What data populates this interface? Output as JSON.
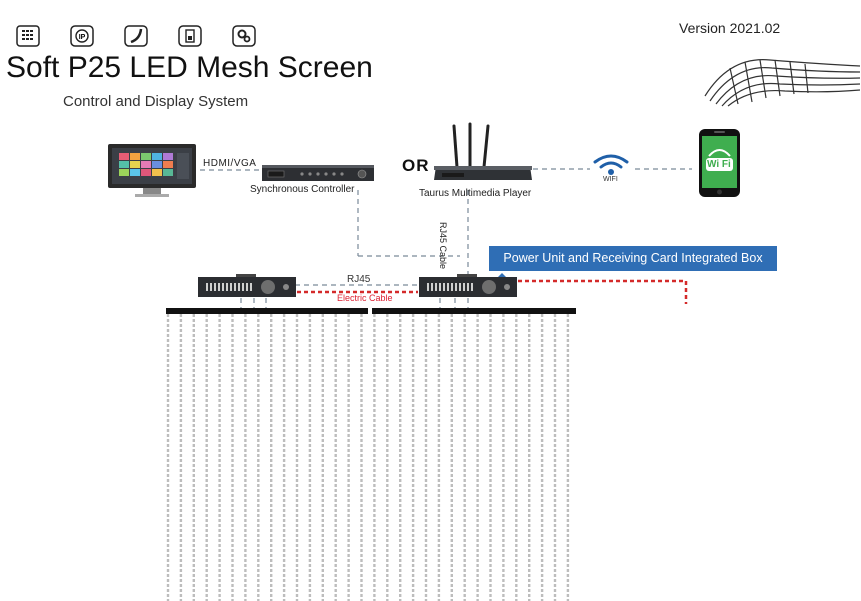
{
  "header": {
    "title": "Soft P25 LED Mesh Screen",
    "subtitle": "Control and Display System",
    "version": "Version 2021.02"
  },
  "icons": [
    "led-grid-icon",
    "ip-rating-icon",
    "flexible-curve-icon",
    "pixel-module-icon",
    "gear-settings-icon"
  ],
  "diagram": {
    "hdmi_label": "HDMI/VGA",
    "controller_label": "Synchronous Controller",
    "or_label": "OR",
    "player_label": "Taurus Multimedia Player",
    "wifi_label": "WIFI",
    "phone_wifi_label": "Wi Fi",
    "rj45_cable_label": "RJ45 Cable",
    "rj45_label": "RJ45",
    "electric_label": "Electric Cable",
    "callout": "Power Unit and Receiving Card Integrated Box"
  },
  "colors": {
    "callout_bg": "#2f6eb5",
    "signal_line": "#7a8a99",
    "power_line": "#d42a2a",
    "strip": "#bdbdbd"
  }
}
